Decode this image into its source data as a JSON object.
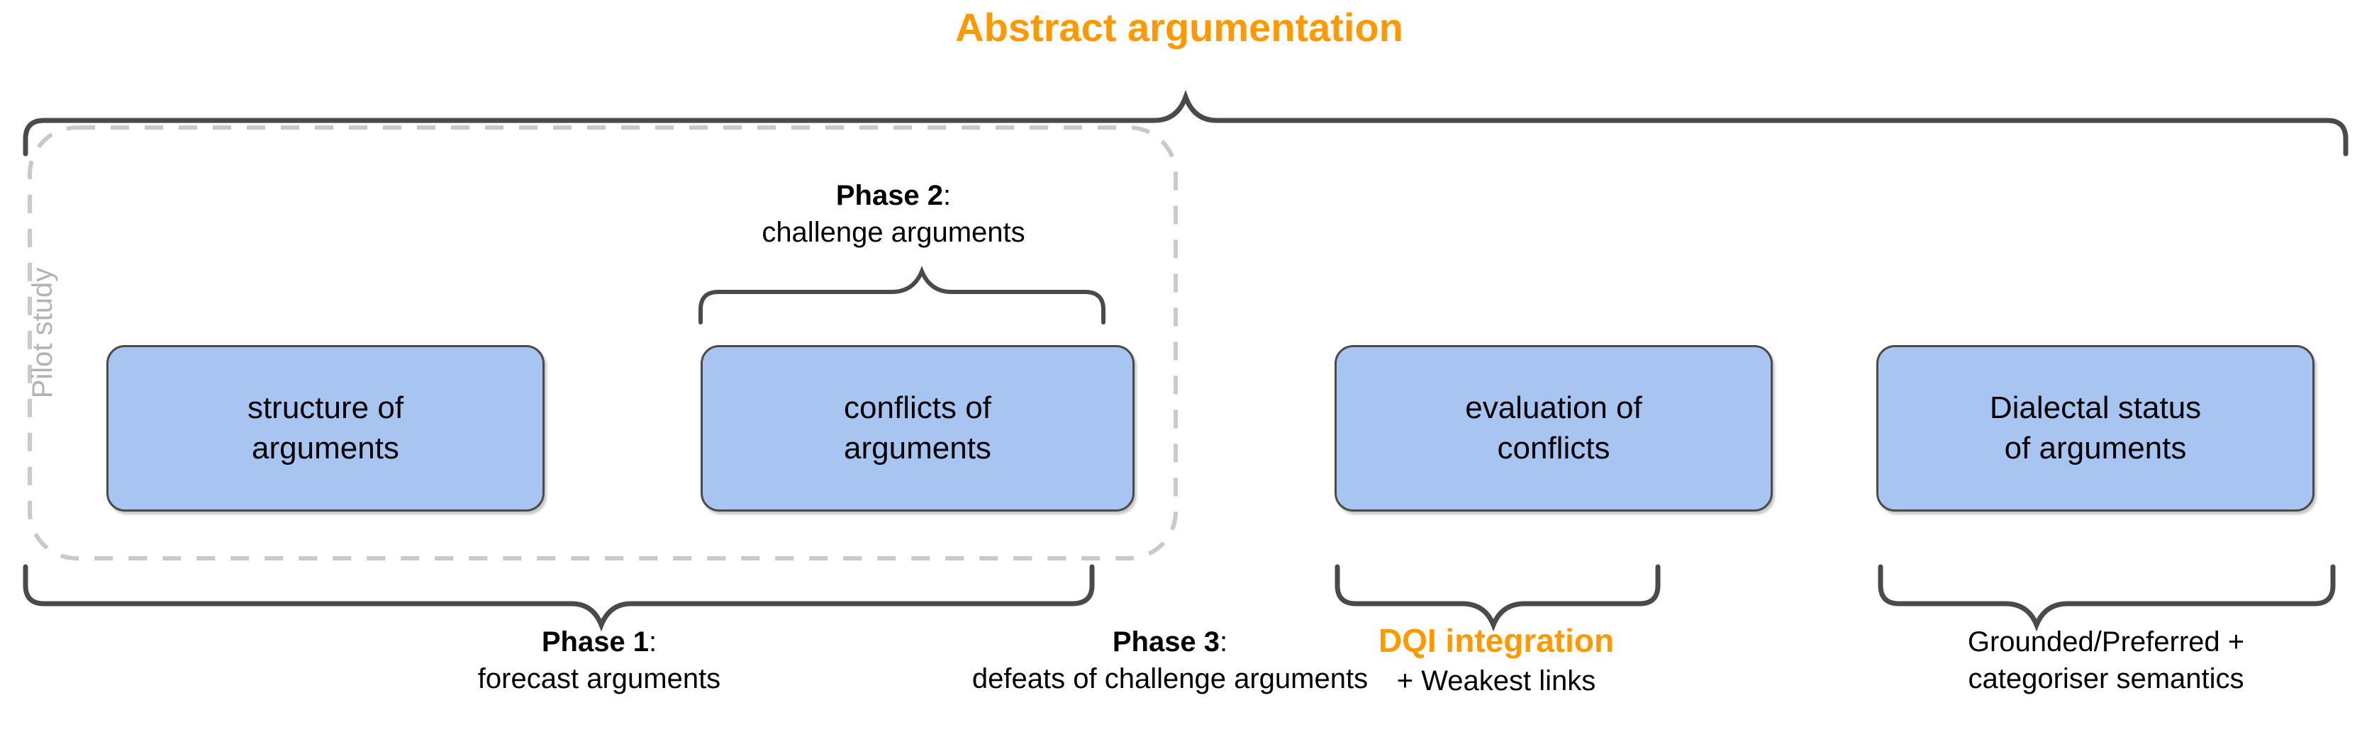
{
  "diagram": {
    "title": "Abstract argumentation",
    "accent_color": "#ff9900",
    "box_fill": "#a8c4f0",
    "box_border": "#4a4a4a",
    "dashed_color": "#c9c9c9",
    "brace_color": "#4a4a4a",
    "group_label": "Pilot study"
  },
  "boxes": [
    {
      "id": "structure-of-arguments",
      "line1": "structure of",
      "line2": "arguments"
    },
    {
      "id": "conflicts-of-arguments",
      "line1": "conflicts of",
      "line2": "arguments"
    },
    {
      "id": "evaluation-of-conflicts",
      "line1": "evaluation of",
      "line2": "conflicts"
    },
    {
      "id": "dialectal-status",
      "line1": "Dialectal status",
      "line2": "of arguments"
    }
  ],
  "captions": {
    "phase2": {
      "label": "Phase 2",
      "colon": ":",
      "detail": "challenge arguments"
    },
    "phase1": {
      "label": "Phase 1",
      "colon": ":",
      "detail": "forecast arguments"
    },
    "phase3": {
      "label": "Phase 3",
      "colon": ":",
      "detail": "defeats of challenge arguments"
    },
    "dqi": {
      "label": "DQI integration",
      "detail": "+ Weakest links"
    },
    "semantics": {
      "line1": "Grounded/Preferred +",
      "line2": "categoriser semantics"
    }
  },
  "chart_data": {
    "type": "diagram",
    "title": "Abstract argumentation",
    "nodes": [
      "structure of arguments",
      "conflicts of arguments",
      "evaluation of conflicts",
      "Dialectal status of arguments"
    ],
    "groupings": [
      {
        "name": "Abstract argumentation",
        "covers": "all four nodes",
        "position": "top"
      },
      {
        "name": "Pilot study",
        "covers": "structure of arguments, conflicts of arguments",
        "style": "dashed"
      },
      {
        "name": "Phase 2: challenge arguments",
        "covers": "conflicts of arguments",
        "position": "above"
      },
      {
        "name": "Phase 1: forecast arguments",
        "covers": "structure of arguments",
        "position": "below"
      },
      {
        "name": "Phase 3: defeats of challenge arguments",
        "covers": "conflicts of arguments",
        "position": "below"
      },
      {
        "name": "DQI integration + Weakest links",
        "covers": "evaluation of conflicts",
        "position": "below"
      },
      {
        "name": "Grounded/Preferred + categoriser semantics",
        "covers": "Dialectal status of arguments",
        "position": "below"
      }
    ]
  }
}
